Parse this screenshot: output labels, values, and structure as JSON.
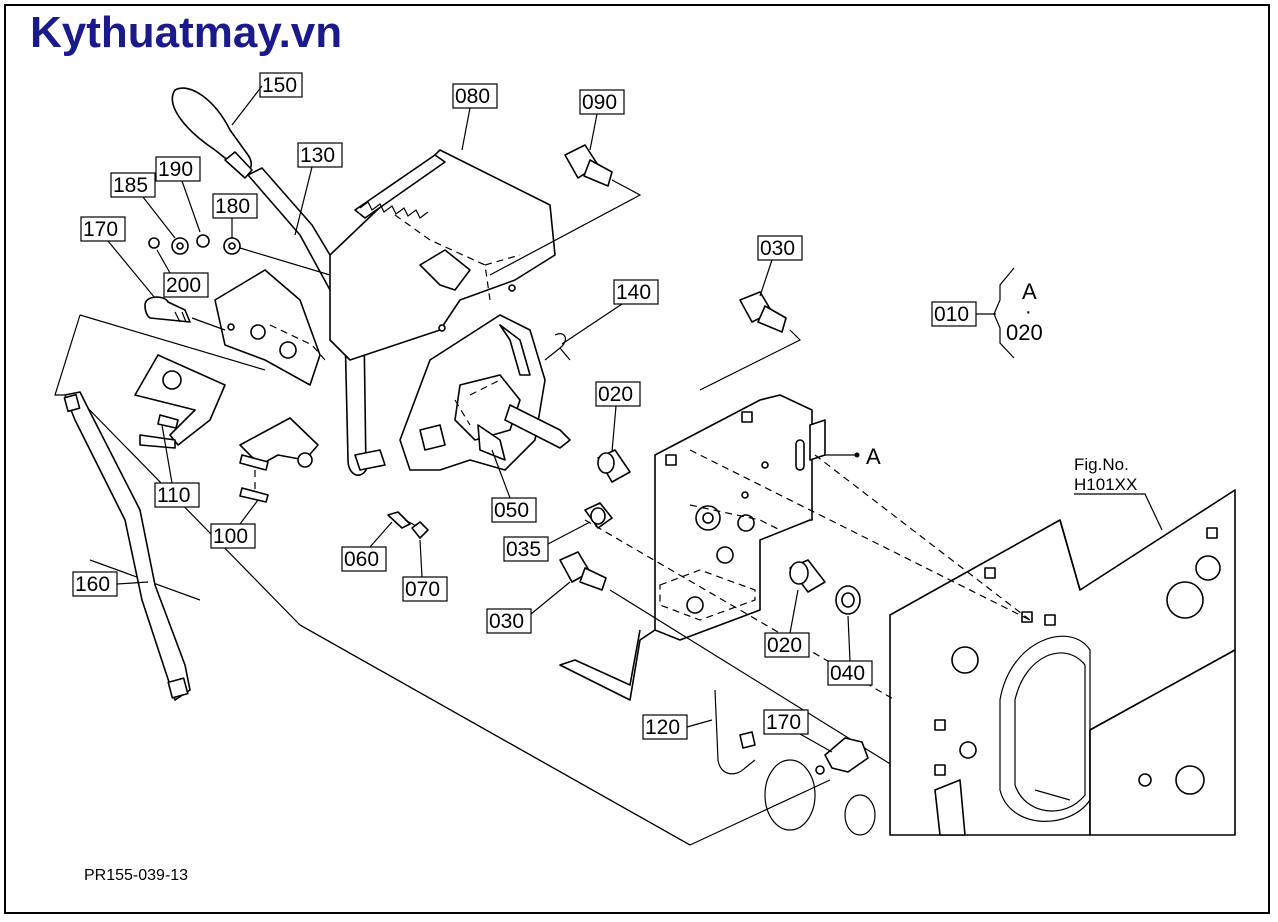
{
  "brand": "Kythuatmay.vn",
  "drawing_code": "PR155-039-13",
  "fig_ref": {
    "line1": "Fig.No.",
    "line2": "H101XX"
  },
  "group_note": {
    "label": "010",
    "top": "A",
    "dot": "·",
    "bottom": "020"
  },
  "marker_a": "A",
  "callouts": [
    "150",
    "080",
    "090",
    "130",
    "190",
    "185",
    "180",
    "170",
    "200",
    "030",
    "140",
    "010",
    "020",
    "110",
    "100",
    "050",
    "035",
    "060",
    "070",
    "030",
    "020",
    "040",
    "160",
    "120",
    "170"
  ],
  "colors": {
    "brand": "#1a1a8c",
    "line": "#000000",
    "background": "#ffffff"
  }
}
